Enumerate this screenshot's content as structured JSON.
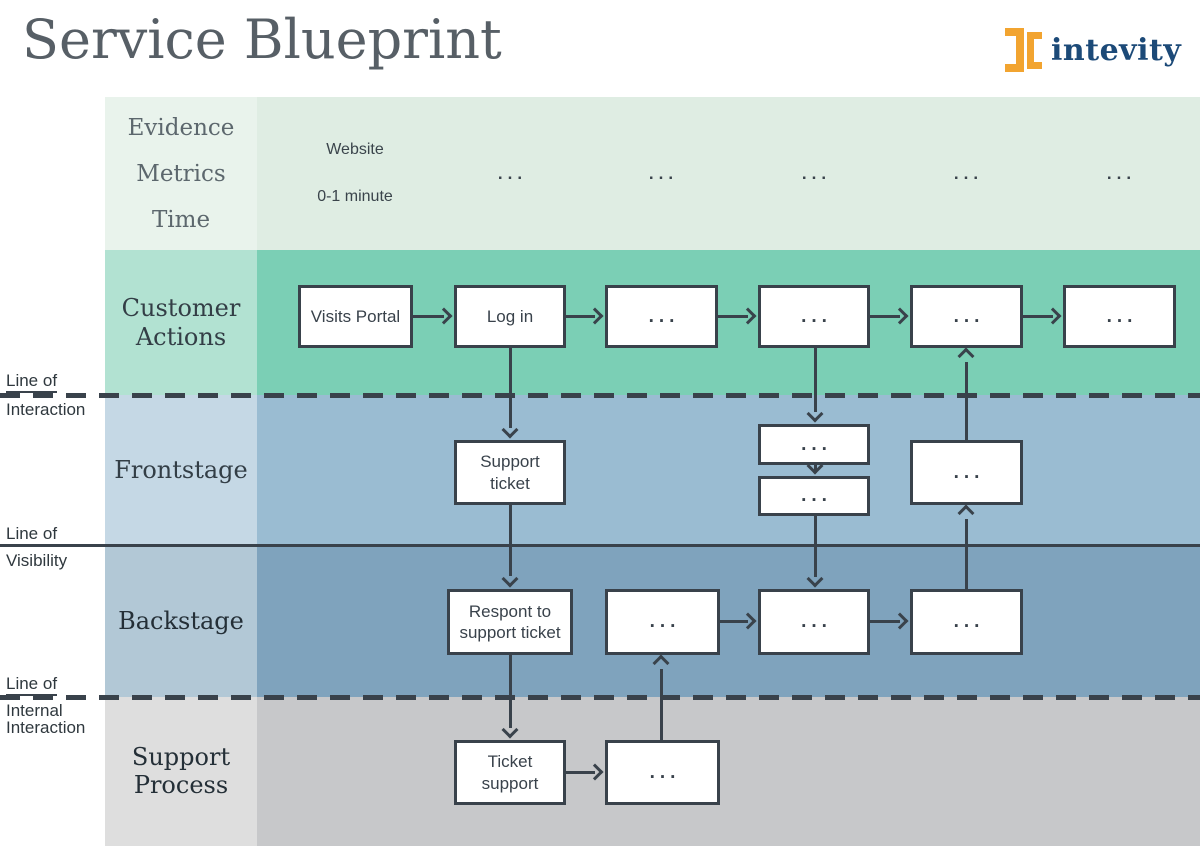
{
  "title": "Service Blueprint",
  "logo": {
    "text": "intevity"
  },
  "colors": {
    "ink": "#39424B",
    "title-gray": "#575F66",
    "accent-orange": "#F2A430",
    "logo-navy": "#1C4A78",
    "evidence-label-bg": "#E9F3EC",
    "evidence-band-bg": "#DFEDE3",
    "customer-label-bg": "#B2E2D2",
    "customer-band-bg": "#7BCFB5",
    "frontstage-label-bg": "#C5D8E5",
    "frontstage-band-bg": "#9ABCD2",
    "backstage-label-bg": "#B2C8D6",
    "backstage-band-bg": "#7FA3BD",
    "support-label-bg": "#DEDEDE",
    "support-band-bg": "#C7C8CA"
  },
  "lanes": {
    "evidence": {
      "labels": [
        "Evidence",
        "Metrics",
        "Time"
      ]
    },
    "customer": {
      "labels": [
        "Customer",
        "Actions"
      ]
    },
    "frontstage": {
      "labels": [
        "Frontstage"
      ]
    },
    "backstage": {
      "labels": [
        "Backstage"
      ]
    },
    "support": {
      "labels": [
        "Support",
        "Process"
      ]
    }
  },
  "boundaries": {
    "interaction": {
      "labels": [
        "Line of",
        "Interaction"
      ]
    },
    "visibility": {
      "labels": [
        "Line of",
        "Visibility"
      ]
    },
    "internal": {
      "labels": [
        "Line of",
        "Internal",
        "Interaction"
      ]
    }
  },
  "evidence_cells": {
    "evidence": "Website",
    "time": "0-1 minute",
    "e2": "...",
    "e3": "...",
    "e4": "...",
    "e5": "...",
    "e6": "..."
  },
  "boxes": {
    "customer": [
      {
        "label": "Visits Portal"
      },
      {
        "label": "Log in"
      },
      {
        "label": "..."
      },
      {
        "label": "..."
      },
      {
        "label": "..."
      },
      {
        "label": "..."
      }
    ],
    "frontstage": [
      {
        "label": "Support ticket"
      },
      {
        "label": "..."
      },
      {
        "label": "..."
      },
      {
        "label": "..."
      }
    ],
    "backstage": [
      {
        "label": "Respont to support ticket"
      },
      {
        "label": "..."
      },
      {
        "label": "..."
      },
      {
        "label": "..."
      }
    ],
    "support": [
      {
        "label": "Ticket support"
      },
      {
        "label": "..."
      }
    ]
  }
}
